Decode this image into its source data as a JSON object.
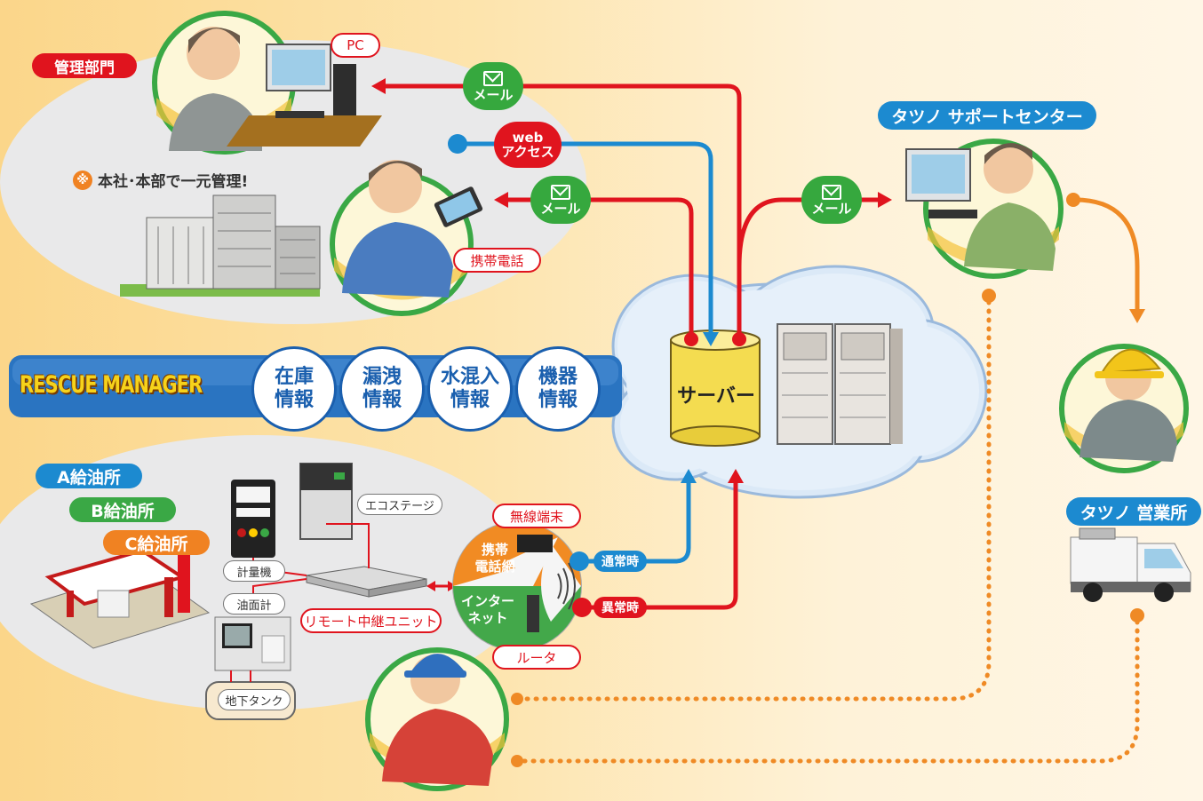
{
  "labels": {
    "admin_dept": "管理部門",
    "pc": "PC",
    "mobile_phone": "携帯電話",
    "note_mark": "※",
    "central_management": "本社･本部で一元管理!",
    "mail": "メール",
    "web": "web",
    "access": "アクセス",
    "support_center": "タツノ サポートセンター",
    "sales_office": "タツノ 営業所",
    "rescue_manager": "RESCUE MANAGER",
    "server": "サーバー",
    "station_a": "A給油所",
    "station_b": "B給油所",
    "station_c": "C給油所",
    "eco_stage": "エコステージ",
    "dispenser": "計量機",
    "tank_gauge": "油面計",
    "underground_tank": "地下タンク",
    "relay_unit": "リモート中継ユニット",
    "wireless_terminal": "無線端末",
    "router": "ルータ",
    "mobile_network": "携帯\n電話網",
    "internet": "インター\nネット",
    "normal": "通常時",
    "abnormal": "異常時"
  },
  "info": [
    "在庫\n情報",
    "漏洩\n情報",
    "水混入\n情報",
    "機器\n情報"
  ],
  "colors": {
    "red": "#e0141e",
    "blue": "#1c8ad0",
    "green": "#3aa845",
    "orange": "#ef8a25"
  }
}
